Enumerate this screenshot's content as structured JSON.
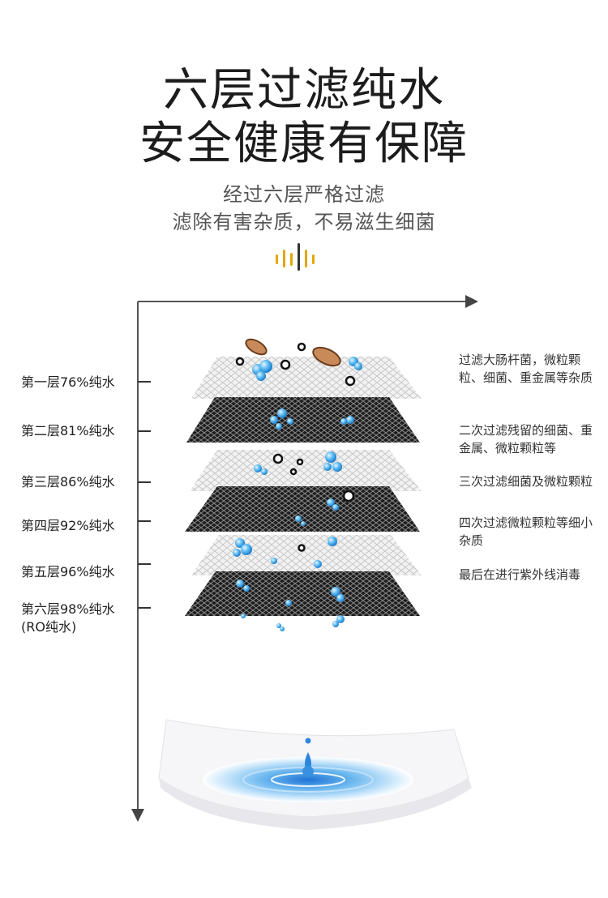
{
  "header": {
    "title_line1": "六层过滤纯水",
    "title_line2": "安全健康有保障",
    "subtitle_line1": "经过六层严格过滤",
    "subtitle_line2": "滤除有害杂质，不易滋生细菌",
    "accent_color": "#e0a800"
  },
  "layers": [
    {
      "label": "第一层76%纯水",
      "desc": "过滤大肠杆菌，微粒颗粒、细菌、重金属等杂质"
    },
    {
      "label": "第二层81%纯水",
      "desc": "二次过滤残留的细菌、重金属、微粒颗粒等"
    },
    {
      "label": "第三层86%纯水",
      "desc": "三次过滤细菌及微粒颗粒"
    },
    {
      "label": "第四层92%纯水",
      "desc": "四次过滤微粒颗粒等细小杂质"
    },
    {
      "label": "第五层96%纯水",
      "desc": "最后在进行紫外线消毒"
    },
    {
      "label": "第六层98%纯水",
      "label_sub": "(RO纯水)",
      "desc": ""
    }
  ],
  "icons": {
    "axis": "arrow-axis-icon",
    "sound": "sound-wave-icon",
    "drop": "water-drop-icon"
  }
}
